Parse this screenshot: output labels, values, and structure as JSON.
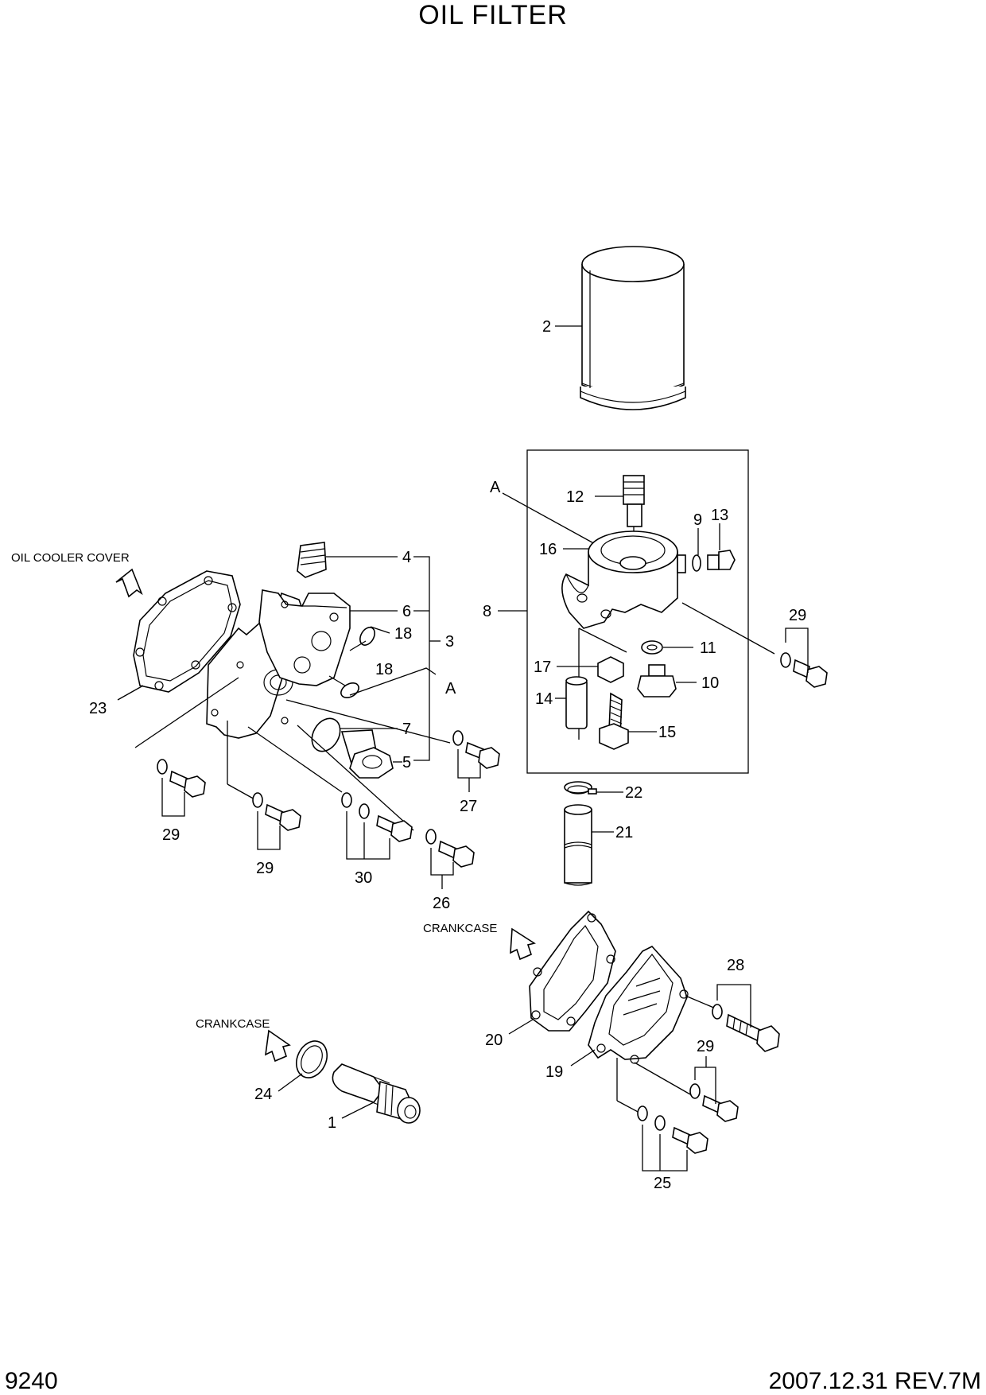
{
  "title": "OIL FILTER",
  "footer": {
    "page_code": "9240",
    "revision": "2007.12.31  REV.7M"
  },
  "references": {
    "oil_cooler_cover": "OIL COOLER COVER",
    "crankcase_right": "CRANKCASE",
    "crankcase_left": "CRANKCASE",
    "detail_a_top": "A",
    "detail_a_mid": "A"
  },
  "callouts": {
    "c1": "1",
    "c2": "2",
    "c3": "3",
    "c4": "4",
    "c5": "5",
    "c6": "6",
    "c7": "7",
    "c8": "8",
    "c9": "9",
    "c10": "10",
    "c11": "11",
    "c12": "12",
    "c13": "13",
    "c14": "14",
    "c15": "15",
    "c16": "16",
    "c17": "17",
    "c18a": "18",
    "c18b": "18",
    "c19": "19",
    "c20": "20",
    "c21": "21",
    "c22": "22",
    "c23": "23",
    "c24": "24",
    "c25": "25",
    "c26": "26",
    "c27": "27",
    "c28": "28",
    "c29a": "29",
    "c29b": "29",
    "c29c": "29",
    "c29d": "29",
    "c30": "30"
  },
  "icons": {
    "arrow": "direction-arrow-icon"
  }
}
